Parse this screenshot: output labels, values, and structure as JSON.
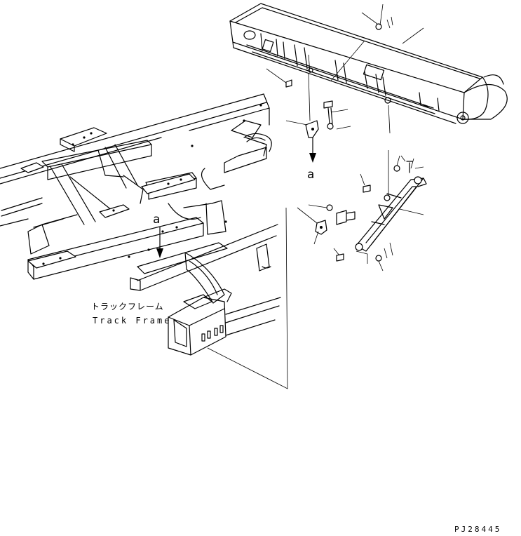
{
  "labels": {
    "ref_a_top": "a",
    "ref_a_left": "a",
    "track_frame_jp": "トラックフレーム",
    "track_frame_en": "Track Frame",
    "drawing_code": "PJ28445"
  }
}
